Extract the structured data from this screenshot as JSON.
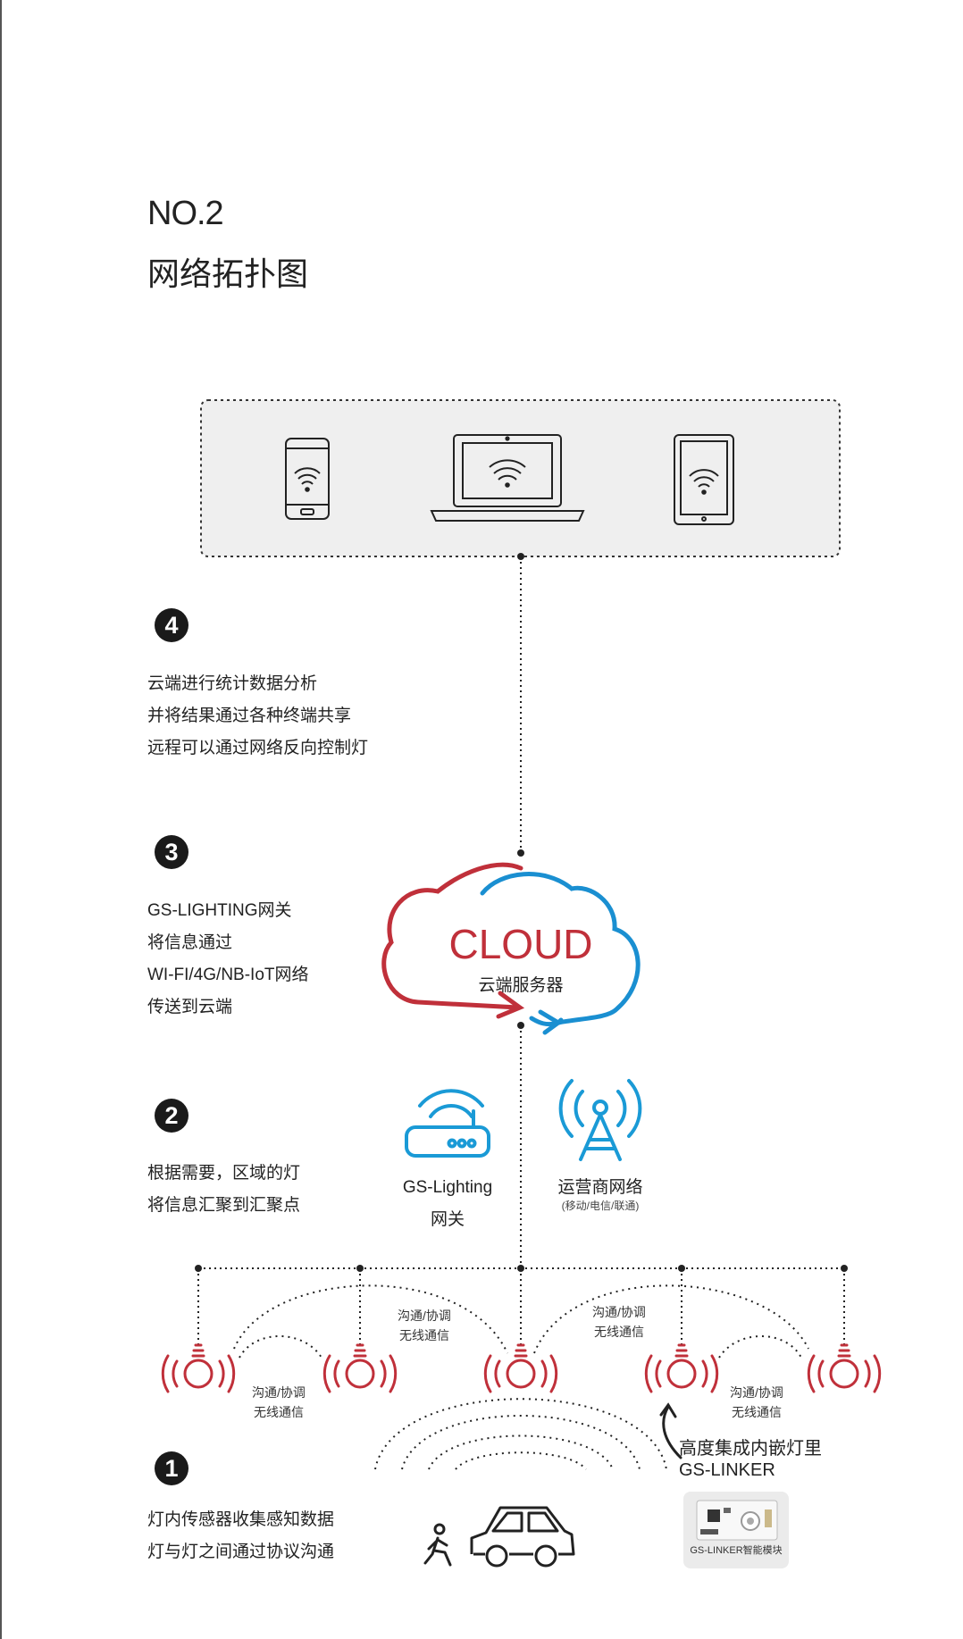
{
  "heading": {
    "number": "NO.2",
    "title": "网络拓扑图"
  },
  "devices": [
    {
      "icon": "smartphone-wifi-icon"
    },
    {
      "icon": "laptop-wifi-icon"
    },
    {
      "icon": "tablet-wifi-icon"
    }
  ],
  "steps": {
    "step4": {
      "number": "4",
      "lines": [
        "云端进行统计数据分析",
        "并将结果通过各种终端共享",
        "远程可以通过网络反向控制灯"
      ]
    },
    "step3": {
      "number": "3",
      "lines": [
        "GS-LIGHTING网关",
        "将信息通过",
        "WI-FI/4G/NB-IoT网络",
        "传送到云端"
      ]
    },
    "step2": {
      "number": "2",
      "lines": [
        "根据需要，区域的灯",
        "将信息汇聚到汇聚点"
      ]
    },
    "step1": {
      "number": "1",
      "lines": [
        "灯内传感器收集感知数据",
        "灯与灯之间通过协议沟通"
      ]
    }
  },
  "cloud": {
    "title": "CLOUD",
    "subtitle": "云端服务器",
    "colors": {
      "red": "#c0303a",
      "blue": "#1a8fd1"
    }
  },
  "gateway": {
    "label": "GS-Lighting",
    "sublabel": "网关",
    "icon": "router-wifi-icon",
    "color": "#1a9ad6"
  },
  "carrier": {
    "label": "运营商网络",
    "sublabel": "(移动/电信/联通)",
    "icon": "cell-tower-icon",
    "color": "#1a9ad6"
  },
  "comm_labels": [
    {
      "line1": "沟通/协调",
      "line2": "无线通信"
    },
    {
      "line1": "沟通/协调",
      "line2": "无线通信"
    },
    {
      "line1": "沟通/协调",
      "line2": "无线通信"
    },
    {
      "line1": "沟通/协调",
      "line2": "无线通信"
    }
  ],
  "lights": {
    "count": 5,
    "icon": "smart-light-signal-icon",
    "color": "#c0303a"
  },
  "linker": {
    "line1": "高度集成内嵌灯里",
    "line2": "GS-LINKER",
    "module_label": "GS-LINKER智能模块"
  },
  "sensing": {
    "pedestrian_icon": "pedestrian-icon",
    "car_icon": "car-icon"
  }
}
